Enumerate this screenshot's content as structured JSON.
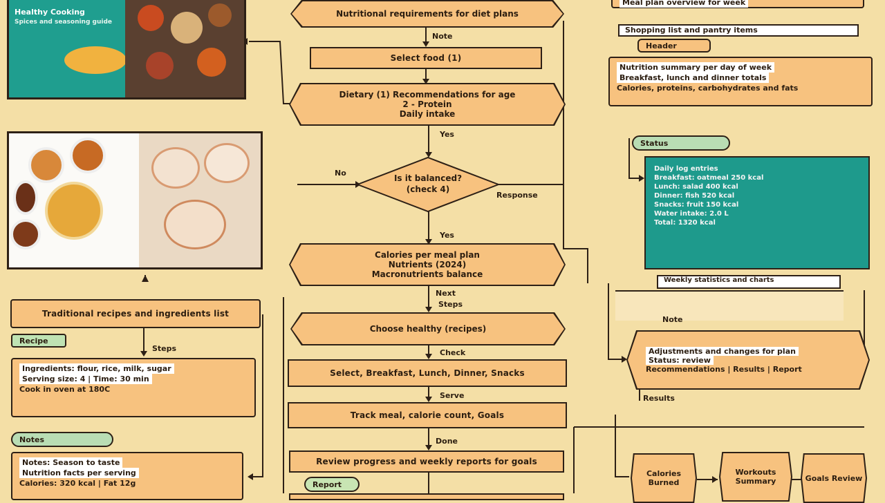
{
  "flow": {
    "hex1": "Nutritional requirements for diet plans",
    "box2": "Select food (1)",
    "hex3_line1": "Dietary (1)   Recommendations for age",
    "hex3_line2": "2 - Protein",
    "hex3_line3": "Daily intake",
    "label_yes1": "Yes",
    "diamond": "Is it balanced? (check 4)",
    "label_no": "No",
    "label_yes2": "Response",
    "label_yes3": "Yes",
    "hex5_line1": "Calories per meal plan",
    "hex5_line2": "Nutrients (2024)",
    "hex5_line3": "Macronutrients balance",
    "label_next": "Next",
    "label_steps": "Steps",
    "hex6": "Choose healthy (recipes)",
    "label_check": "Check",
    "box7": "Select, Breakfast, Lunch, Dinner, Snacks",
    "label_serve": "Serve",
    "box8": "Track meal, calorie count, Goals",
    "label_done": "Done",
    "box9": "Review progress and weekly reports for goals",
    "pill_end": "Report"
  },
  "left": {
    "photo1_title": "Healthy Cooking",
    "photo1_sub": "Spices and seasoning guide",
    "box_recipes": "Traditional recipes and ingredients list",
    "pill_recipe": "Recipe",
    "label_steps": "Steps",
    "panel1_rows": [
      "Ingredients: flour, rice, milk, sugar",
      "Serving size: 4 | Time: 30 min",
      "Cook in oven at 180C"
    ],
    "pill_notes": "Notes",
    "panel2_rows": [
      "Notes: Season to taste",
      "Nutrition facts per serving",
      "Calories: 320 kcal | Fat 12g"
    ]
  },
  "right": {
    "top_rows": [
      "Meal plan overview for week",
      "Shopping list and pantry items"
    ],
    "pill_header": "Header",
    "panel_rows": [
      "Nutrition summary per day of week",
      "Breakfast, lunch and dinner totals",
      "Calories, proteins, carbohydrates and fats"
    ],
    "pill_status": "Status",
    "screen_rows": [
      "Daily log entries",
      "Breakfast: oatmeal 250 kcal",
      "Lunch: salad 400 kcal",
      "Dinner: fish 520 kcal",
      "Snacks: fruit 150 kcal",
      "Water intake: 2.0 L",
      "Total: 1320 kcal"
    ],
    "below_screen": "Weekly statistics and charts",
    "label_note": "Note",
    "hex_rows": [
      "Adjustments and changes for plan",
      "Status: review",
      "Recommendations | Results | Report"
    ],
    "label_results": "Results",
    "small1": "Calories Burned",
    "small2": "Workouts Summary",
    "small3": "Goals Review"
  }
}
